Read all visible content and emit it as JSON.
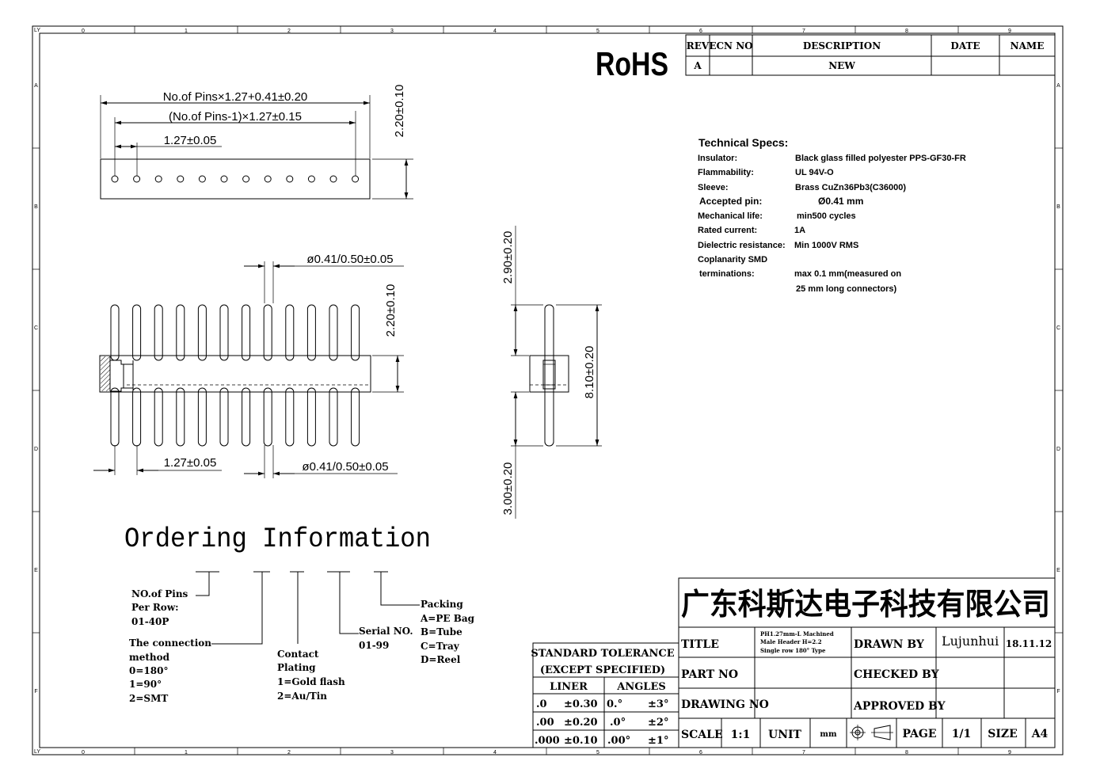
{
  "frame": {
    "top_corner": "LY",
    "bottom_corner": "LY",
    "columns": [
      "0",
      "1",
      "2",
      "3",
      "4",
      "5",
      "6",
      "7",
      "8",
      "9"
    ],
    "rows": [
      "A",
      "B",
      "C",
      "D",
      "E",
      "F"
    ]
  },
  "rohs": "RoHS",
  "revision": {
    "headers": [
      "REV",
      "ECN NO",
      "DESCRIPTION",
      "DATE",
      "NAME"
    ],
    "row": [
      "A",
      "",
      "NEW",
      "",
      ""
    ]
  },
  "specs": {
    "title": "Technical Specs:",
    "items": [
      {
        "label": "Insulator:",
        "value": "Black glass filled polyester PPS-GF30-FR"
      },
      {
        "label": "Flammability:",
        "value": "UL 94V-O"
      },
      {
        "label": "Sleeve:",
        "value": "Brass CuZn36Pb3(C36000)"
      },
      {
        "label": "Accepted pin:",
        "value": "Ø0.41 mm"
      },
      {
        "label": "Mechanical life:",
        "value": "min500 cycles"
      },
      {
        "label": "Rated current:",
        "value": "1A"
      },
      {
        "label": "Dielectric resistance:",
        "value": "Min 1000V RMS"
      },
      {
        "label": "Coplanarity SMD",
        "value": ""
      },
      {
        "label": "terminations:",
        "value": "max 0.1 mm(measured on"
      },
      {
        "label": "",
        "value": "25 mm long connectors)"
      }
    ]
  },
  "dims": {
    "total_length": "No.of Pins×1.27+0.41±0.20",
    "span": "(No.of Pins-1)×1.27±0.15",
    "pitch_top": "1.27±0.05",
    "height_top": "2.20±0.10",
    "pin_dia_top": "ø0.41/0.50±0.05",
    "height_mid": "2.20±0.10",
    "pitch_bottom": "1.27±0.05",
    "pin_dia_bottom": "ø0.41/0.50±0.05",
    "side_top": "2.90±0.20",
    "side_total": "8.10±0.20",
    "side_bottom": "3.00±0.20"
  },
  "ordering": {
    "title": "Ordering Information",
    "pins": [
      "NO.of Pins",
      "Per Row:",
      "01-40P"
    ],
    "method": [
      "The connection",
      "method",
      "0=180°",
      "1=90°",
      "2=SMT"
    ],
    "plating": [
      "Contact",
      "Plating",
      "1=Gold flash",
      "2=Au/Tin"
    ],
    "serial": [
      "Serial NO.",
      "01-99"
    ],
    "packing": [
      "Packing",
      "A=PE Bag",
      "B=Tube",
      "C=Tray",
      "D=Reel"
    ]
  },
  "tolerance": {
    "title": "STANDARD TOLERANCE",
    "subtitle": "(EXCEPT  SPECIFIED)",
    "liner": "LINER",
    "angles": "ANGLES",
    "rows": [
      [
        ".0",
        "±0.30",
        "0.°",
        "±3°"
      ],
      [
        ".00",
        "±0.20",
        ".0°",
        "±2°"
      ],
      [
        ".000",
        "±0.10",
        ".00°",
        "±1°"
      ]
    ]
  },
  "titleblock": {
    "company": "广东科斯达电子科技有限公司",
    "title_label": "TITLE",
    "title_value": [
      "PH1.27mm-L Machined",
      "Male Header H=2.2",
      "Single row 180° Type"
    ],
    "drawn_by_label": "DRAWN BY",
    "drawn_by": "Lujunhui",
    "date": "18.11.12",
    "part_no_label": "PART NO",
    "checked_by_label": "CHECKED BY",
    "drawing_no_label": "DRAWING NO",
    "approved_by_label": "APPROVED BY",
    "scale_label": "SCALE",
    "scale": "1:1",
    "unit_label": "UNIT",
    "unit": "mm",
    "page_label": "PAGE",
    "page": "1/1",
    "size_label": "SIZE",
    "size": "A4"
  }
}
